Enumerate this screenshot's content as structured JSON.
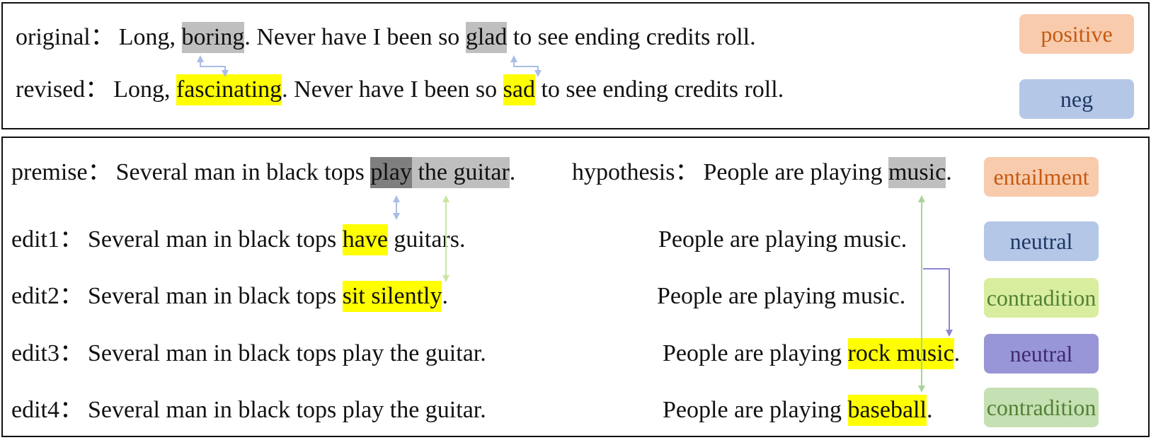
{
  "sentiment": {
    "original": {
      "label": "original：",
      "parts": [
        "Long, ",
        "boring",
        ". Never have I been so ",
        "glad",
        " to see ending credits roll."
      ],
      "class": "positive"
    },
    "revised": {
      "label": "revised：",
      "parts": [
        "Long, ",
        "fascinating",
        ". Never have I been so ",
        "sad",
        " to see ending credits roll."
      ],
      "class": "neg"
    }
  },
  "nli": {
    "premise": {
      "label": "premise：",
      "parts": [
        "Several man in black tops ",
        "play",
        " the guitar",
        "."
      ],
      "hypothesis_label": "hypothesis：",
      "hypothesis_parts": [
        "People are playing ",
        "music",
        "."
      ],
      "class": "entailment"
    },
    "edit1": {
      "label": "edit1：",
      "parts": [
        "Several man in black tops ",
        "have",
        " guitars."
      ],
      "hypothesis": "People are playing music.",
      "class": "neutral"
    },
    "edit2": {
      "label": "edit2：",
      "parts": [
        "Several man in black tops ",
        "sit silently",
        "."
      ],
      "hypothesis": "People are playing music.",
      "class": "contradition"
    },
    "edit3": {
      "label": "edit3：",
      "sentence": "Several man in black tops play the guitar.",
      "hypothesis_parts": [
        "People are playing ",
        "rock music",
        "."
      ],
      "class": "neutral"
    },
    "edit4": {
      "label": "edit4：",
      "sentence": "Several man in black tops play the guitar.",
      "hypothesis_parts": [
        "People are playing ",
        "baseball",
        "."
      ],
      "class": "contradition"
    }
  },
  "colors": {
    "highlight_yellow": "#ffff00",
    "highlight_gray": "#bfbfbf",
    "highlight_dark_gray": "#7f7f7f",
    "positive_bg": "#f8cbad",
    "positive_text": "#c55a11",
    "neg_bg": "#b4c7e7",
    "neg_text": "#1f3864",
    "entailment_bg": "#f8cbad",
    "entailment_text": "#c55a11",
    "neutral_bg": "#b4c7e7",
    "neutral_text": "#1f3864",
    "contradition_bg": "#d9ed9e",
    "contradition_text": "#538135",
    "neutral3_bg": "#9896d6",
    "neutral3_text": "#3f2a72",
    "contradition4_bg": "#c5e0b3",
    "contradition4_text": "#538135",
    "arrow_blue": "#a9bde6",
    "arrow_green": "#c9e6a3",
    "arrow_purple": "#8c87d6",
    "arrow_lightgreen": "#a9d39a"
  }
}
